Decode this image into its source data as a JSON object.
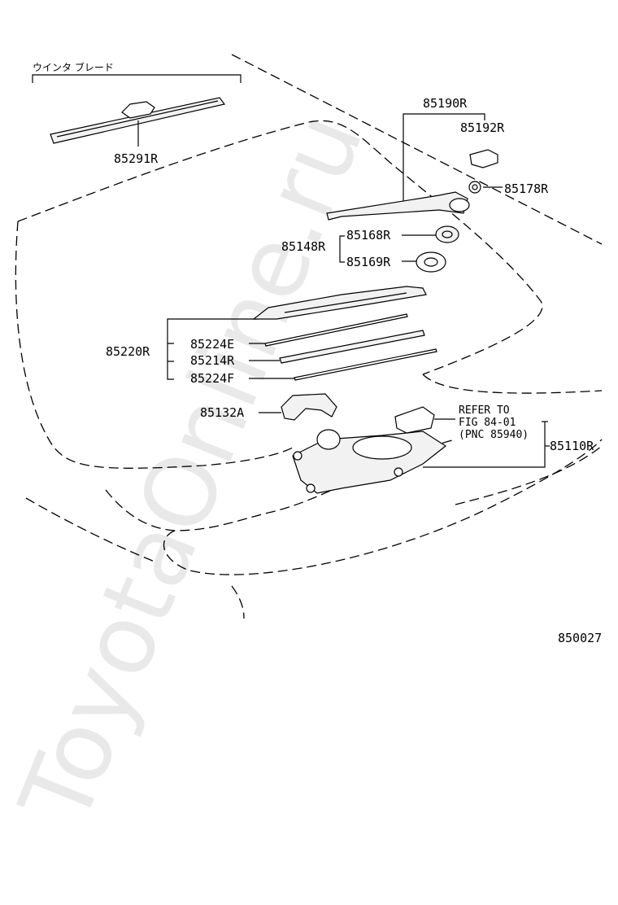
{
  "diagram": {
    "figure_number": "850027",
    "watermark": "ToyotaOnline.ru",
    "group_label_jp": "ウインタ ブレード",
    "labels": {
      "blade": "85291R",
      "arm_assembly": "85190R",
      "cap": "85192R",
      "nut": "85178R",
      "packing_group": "85148R",
      "packing_a": "85168R",
      "packing_b": "85169R",
      "blade_rubber_group": "85220R",
      "rubber_e": "85224E",
      "rubber_main": "85214R",
      "rubber_f": "85224F",
      "bracket": "85132A",
      "motor": "85110R"
    },
    "refer_note": {
      "line1": "REFER TO",
      "line2": "FIG 84-01",
      "line3": "(PNC 85940)"
    }
  }
}
